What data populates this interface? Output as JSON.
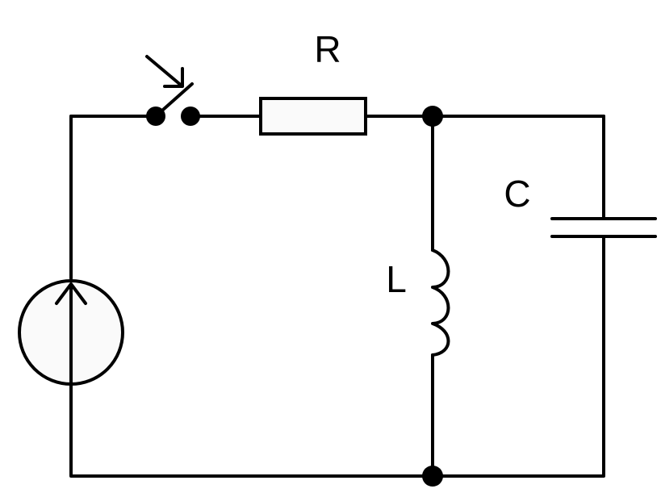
{
  "labels": {
    "resistor": "R",
    "inductor": "L",
    "capacitor": "C"
  },
  "components": {
    "source": "current-source",
    "switch": "switch-closing",
    "resistor": "resistor",
    "inductor": "inductor",
    "capacitor": "capacitor"
  },
  "colors": {
    "line": "#000000",
    "fill": "#fafafa",
    "background": "#ffffff"
  }
}
